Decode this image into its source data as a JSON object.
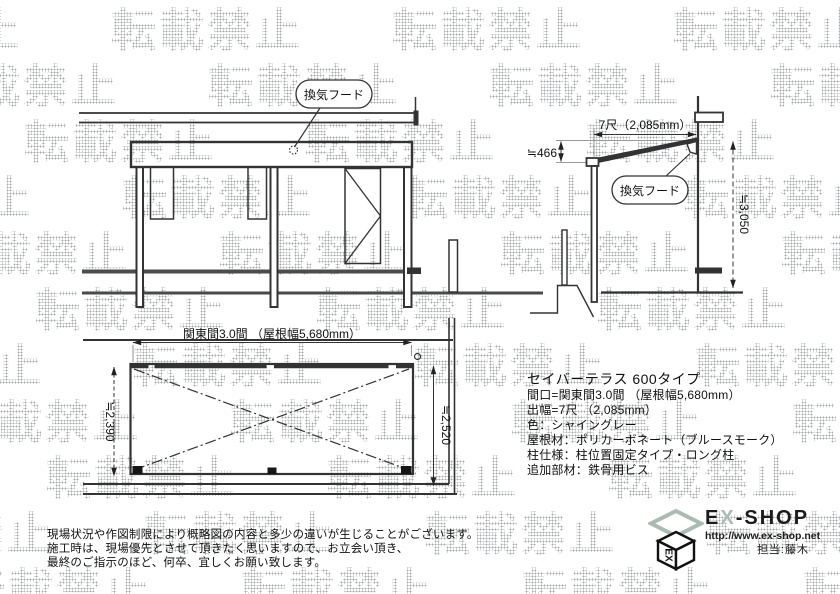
{
  "watermark": {
    "text": "転載禁止"
  },
  "elevation": {
    "callout": "換気フード"
  },
  "side_view": {
    "callout": "換気フード",
    "dim_depth": "7尺（2,085mm）",
    "dim_rise": "≒466",
    "dim_height": "≒3,050"
  },
  "plan_view": {
    "dim_width": "関東間3.0間 （屋根幅5,680mm）",
    "dim_left": "≒2,390",
    "dim_right": "≒2,520"
  },
  "spec": {
    "title": "セイバーテラス 600タイプ",
    "lines": [
      "間口=関東間3.0間 （屋根幅5,680mm）",
      "出幅=7尺 （2,085mm）",
      "色：シャイングレー",
      "屋根材：ポリカーボネート（ブルースモーク）",
      "柱仕様：柱位置固定タイプ・ロング柱",
      "追加部材：鉄骨用ビス"
    ]
  },
  "notes": {
    "lines": [
      "現場状況や作図制限により概略図の内容と多少の違いが生じることがございます。",
      "施工時は、現場優先とさせて頂きたく思いますので、お立会い頂き、",
      "最終のご指示のほど、何卒、宜しくお願い致します。"
    ]
  },
  "footer": {
    "brand_e": "E",
    "brand_x": "X",
    "brand_rest": "-SHOP",
    "cube_label": "EX",
    "url": "http://www.ex-shop.net",
    "staff": "担当:藤木"
  },
  "colors": {
    "brand_accent": "#a8bdb2",
    "drawing_line": "#333333",
    "watermark_gray": "#c6c9cb"
  }
}
